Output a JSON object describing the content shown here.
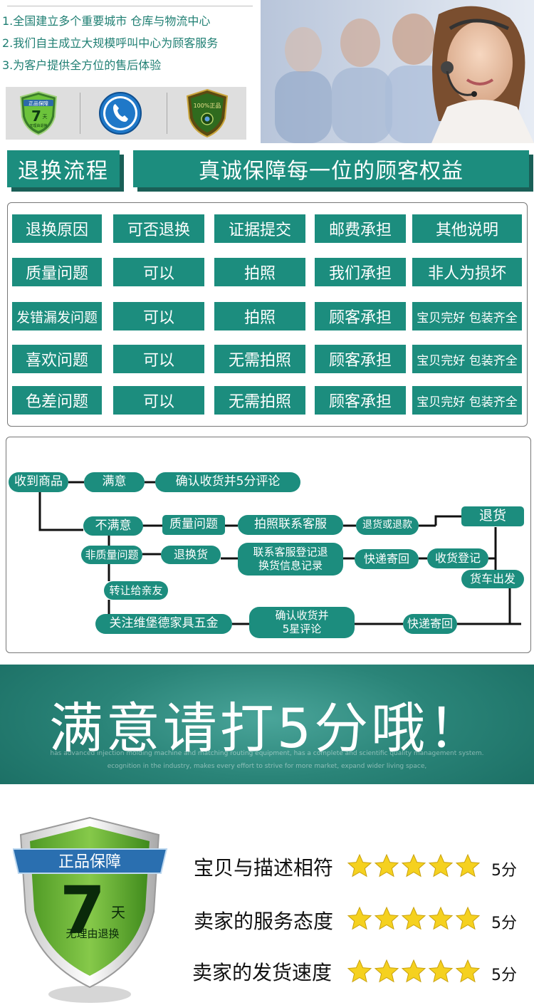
{
  "top": {
    "lines": [
      "1.全国建立多个重要城市 仓库与物流中心",
      "2.我们自主成立大规模呼叫中心为顾客服务",
      "3.为客户提供全方位的售后体验"
    ],
    "badges": [
      {
        "icon": "shield-7day-icon",
        "text_top": "正品保障",
        "number": "7",
        "unit": "天",
        "text_bottom": "无理由退换"
      },
      {
        "icon": "phone-icon"
      },
      {
        "icon": "authentic-shield-icon",
        "text": "100%正品"
      }
    ],
    "hero_image": "customer-service-agents-photo"
  },
  "header": {
    "left": "退换流程",
    "right": "真诚保障每一位的顾客权益"
  },
  "table": {
    "headers": [
      "退换原因",
      "可否退换",
      "证据提交",
      "邮费承担",
      "其他说明"
    ],
    "rows": [
      [
        "质量问题",
        "可以",
        "拍照",
        "我们承担",
        "非人为损坏"
      ],
      [
        "发错漏发问题",
        "可以",
        "拍照",
        "顾客承担",
        "宝贝完好 包装齐全"
      ],
      [
        "喜欢问题",
        "可以",
        "无需拍照",
        "顾客承担",
        "宝贝完好 包装齐全"
      ],
      [
        "色差问题",
        "可以",
        "无需拍照",
        "顾客承担",
        "宝贝完好 包装齐全"
      ]
    ]
  },
  "flow": {
    "receive": "收到商品",
    "satisfied": "满意",
    "confirm_rate": "确认收货并5分评论",
    "unsatisfied": "不满意",
    "quality_issue": "质量问题",
    "photo_contact": "拍照联系客服",
    "refund": "退货或退款",
    "return_label": "退货",
    "non_quality": "非质量问题",
    "return_exchange": "退换货",
    "contact_register_1": "联系客服登记退",
    "contact_register_2": "换货信息记录",
    "express_return": "快递寄回",
    "receive_register": "收货登记",
    "truck_dispatch": "货车出发",
    "gift_friend": "转让给亲友",
    "follow_brand": "关注维堡德家具五金",
    "confirm_5star_1": "确认收货并",
    "confirm_5star_2": "5星评论",
    "express_return_2": "快递寄回"
  },
  "banner": {
    "title": "满意请打5分哦！",
    "subtitle_1": "has advanced injection molding machine and matching routing equipment, has a complete and scientific quality management system.",
    "subtitle_2": "ecognition in the industry, makes every effort to strive for more market, expand wider living space,"
  },
  "rating": {
    "badge": {
      "top": "正品保障",
      "number": "7",
      "unit": "天",
      "bottom": "无理由退换"
    },
    "items": [
      {
        "label": "宝贝与描述相符",
        "stars": 5,
        "score": "5分"
      },
      {
        "label": "卖家的服务态度",
        "stars": 5,
        "score": "5分"
      },
      {
        "label": "卖家的发货速度",
        "stars": 5,
        "score": "5分"
      }
    ]
  },
  "colors": {
    "teal": "#1c8d7e",
    "teal_dark": "#1a5f57",
    "text_teal": "#1f7f73",
    "star_yellow": "#f5d11f",
    "shield_green": "#5fae2e"
  }
}
